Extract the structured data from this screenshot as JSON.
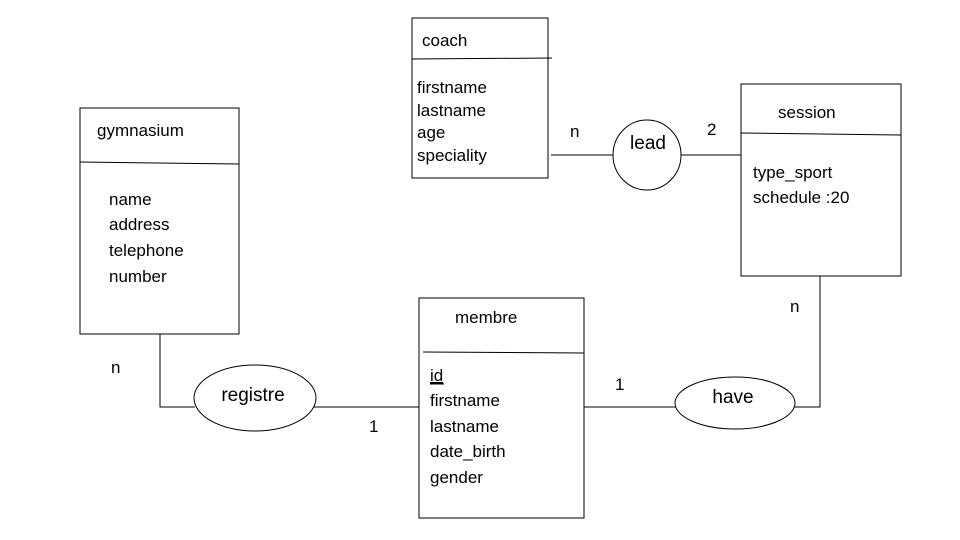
{
  "entities": {
    "coach": {
      "title": "coach",
      "attributes": [
        "firstname",
        "lastname",
        "age",
        "speciality"
      ]
    },
    "session": {
      "title": "session",
      "attributes": [
        "type_sport",
        "schedule :20"
      ]
    },
    "gymnasium": {
      "title": "gymnasium",
      "attributes": [
        "name",
        "address",
        "telephone",
        "number"
      ]
    },
    "membre": {
      "title": "membre",
      "attributes": [
        "id",
        "firstname",
        "lastname",
        "date_birth",
        "gender"
      ],
      "key_attribute": "id"
    }
  },
  "relationships": {
    "lead": {
      "label": "lead"
    },
    "registre": {
      "label": "registre"
    },
    "have": {
      "label": "have"
    }
  },
  "cardinalities": {
    "lead_coach": "n",
    "lead_session": "2",
    "registre_gymnasium": "n",
    "registre_membre": "1",
    "have_membre": "1",
    "have_session": "n"
  }
}
